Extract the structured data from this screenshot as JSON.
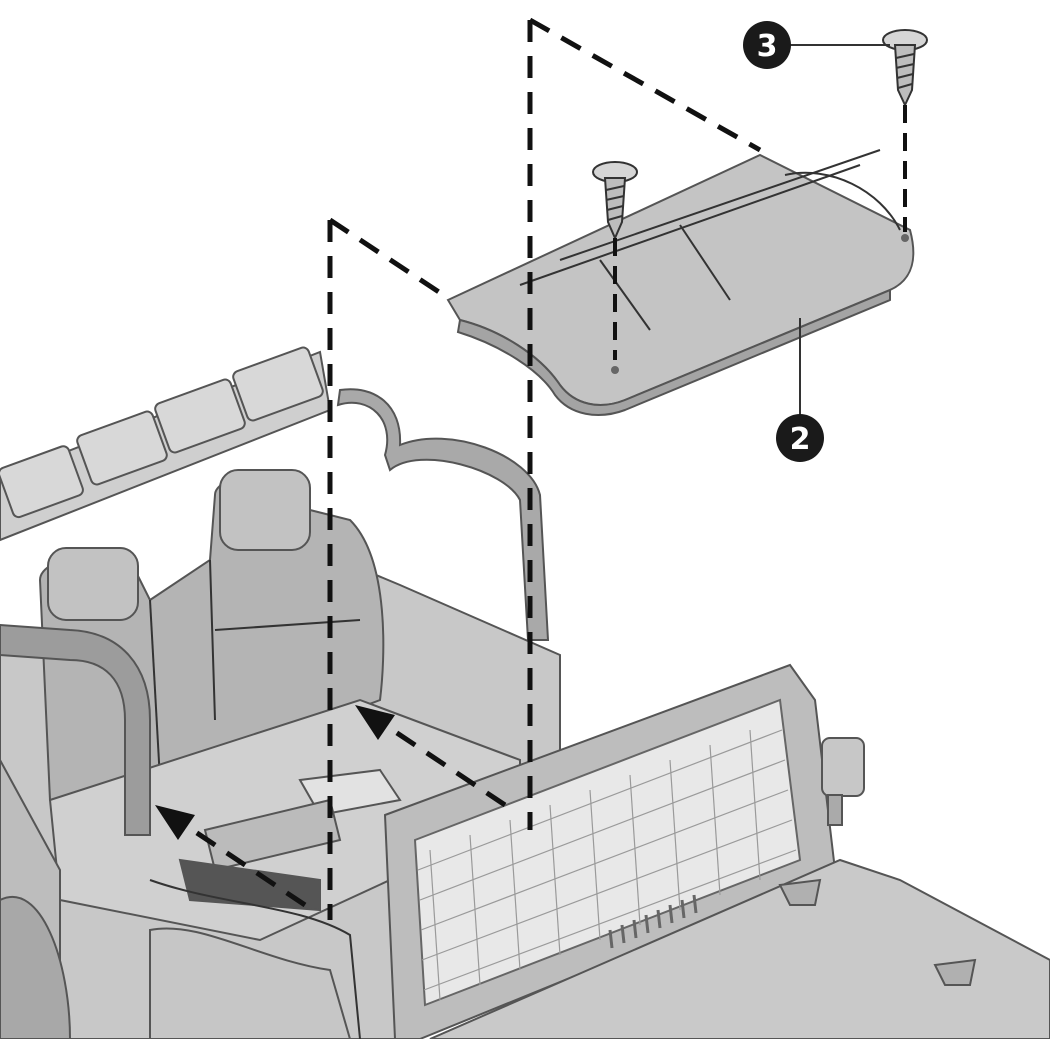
{
  "callouts": [
    {
      "number": "3",
      "part": "screw"
    },
    {
      "number": "2",
      "part": "seat panel"
    }
  ],
  "colors": {
    "part_fill": "#bdbdbd",
    "part_shade": "#9e9e9e",
    "part_light": "#d2d2d2",
    "outline": "#555555",
    "callout_fill": "#1a1a1a",
    "dash": "#111111"
  },
  "icons": [
    "screw-icon",
    "arrow-icon"
  ]
}
